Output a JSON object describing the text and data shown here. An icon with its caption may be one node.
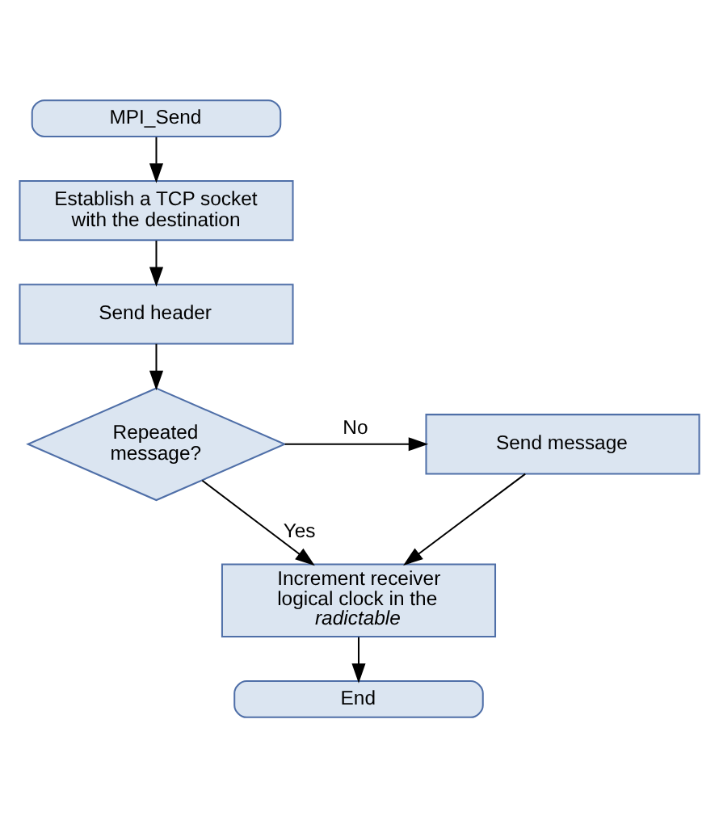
{
  "diagram": {
    "nodes": [
      {
        "text": [
          "MPI_Send"
        ]
      },
      {
        "text": [
          "Establish a TCP socket with the destination"
        ]
      },
      {
        "text": [
          "Send header"
        ]
      },
      {
        "text": [
          "Repeated message?"
        ]
      },
      {
        "text": [
          "Send message"
        ]
      },
      {
        "text": [
          "Increment receiver logical clock in the *radictable*"
        ]
      },
      {
        "text": [
          "End"
        ]
      }
    ],
    "edges": [
      {
        "from": 0,
        "to": 1,
        "arrow": "to"
      },
      {
        "from": 1,
        "to": 2,
        "arrow": "to"
      },
      {
        "from": 2,
        "to": 3,
        "arrow": "to"
      },
      {
        "from": 3,
        "to": 4,
        "arrow": "to",
        "label": "No"
      },
      {
        "from": 3,
        "to": 5,
        "arrow": "to",
        "label": "Yes"
      },
      {
        "from": 4,
        "to": 5,
        "arrow": "to"
      },
      {
        "from": 5,
        "to": 6,
        "arrow": "to"
      }
    ]
  }
}
